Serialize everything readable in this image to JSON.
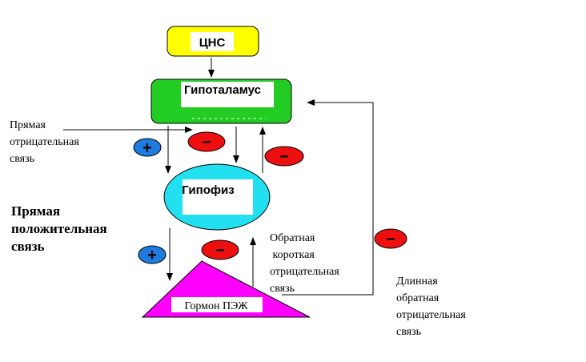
{
  "nodes": {
    "cns": {
      "label": "ЦНС",
      "color": "#FFFF00"
    },
    "hypothalamus": {
      "label": "Гипоталамус",
      "color": "#22CC22"
    },
    "pituitary": {
      "label": "Гипофиз",
      "color": "#22E0F0"
    },
    "hormone": {
      "label": "Гормон ПЭЖ",
      "color": "#FF00FF"
    }
  },
  "signs": {
    "plus": "+",
    "minus": "−",
    "plus_color": "#1E7BE0",
    "minus_color": "#EE1010"
  },
  "labels": {
    "direct_negative": [
      "Прямая",
      "отрицательная",
      "связь"
    ],
    "direct_positive": [
      "Прямая",
      "положительная",
      "связь"
    ],
    "short_feedback": [
      "Обратная",
      " короткая",
      "отрицательная",
      "связь"
    ],
    "long_feedback": [
      "Длинная",
      "обратная",
      "отрицательная",
      "связь"
    ]
  }
}
